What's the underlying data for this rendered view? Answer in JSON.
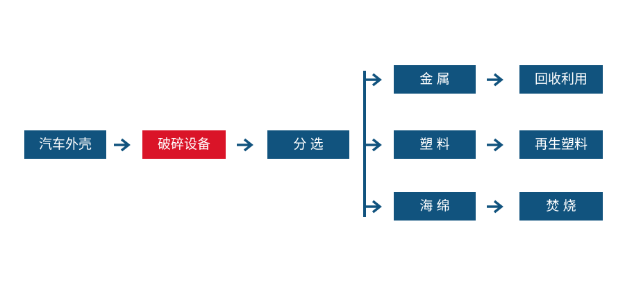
{
  "diagram": {
    "type": "flowchart",
    "description": "vehicle shell recycling process flow",
    "colors": {
      "node_blue": "#11537E",
      "node_red": "#DA1428",
      "node_text": "#FFFFFF",
      "arrow": "#11537E",
      "background": "#FFFFFF"
    },
    "flow": {
      "main_nodes": [
        {
          "label": "汽车外壳",
          "color": "blue"
        },
        {
          "label": "破碎设备",
          "color": "red"
        },
        {
          "label": "分 选",
          "color": "blue"
        }
      ],
      "branches": [
        {
          "material": "金 属",
          "outcome": "回收利用"
        },
        {
          "material": "塑 料",
          "outcome": "再生塑料"
        },
        {
          "material": "海 绵",
          "outcome": "焚 烧"
        }
      ]
    }
  }
}
